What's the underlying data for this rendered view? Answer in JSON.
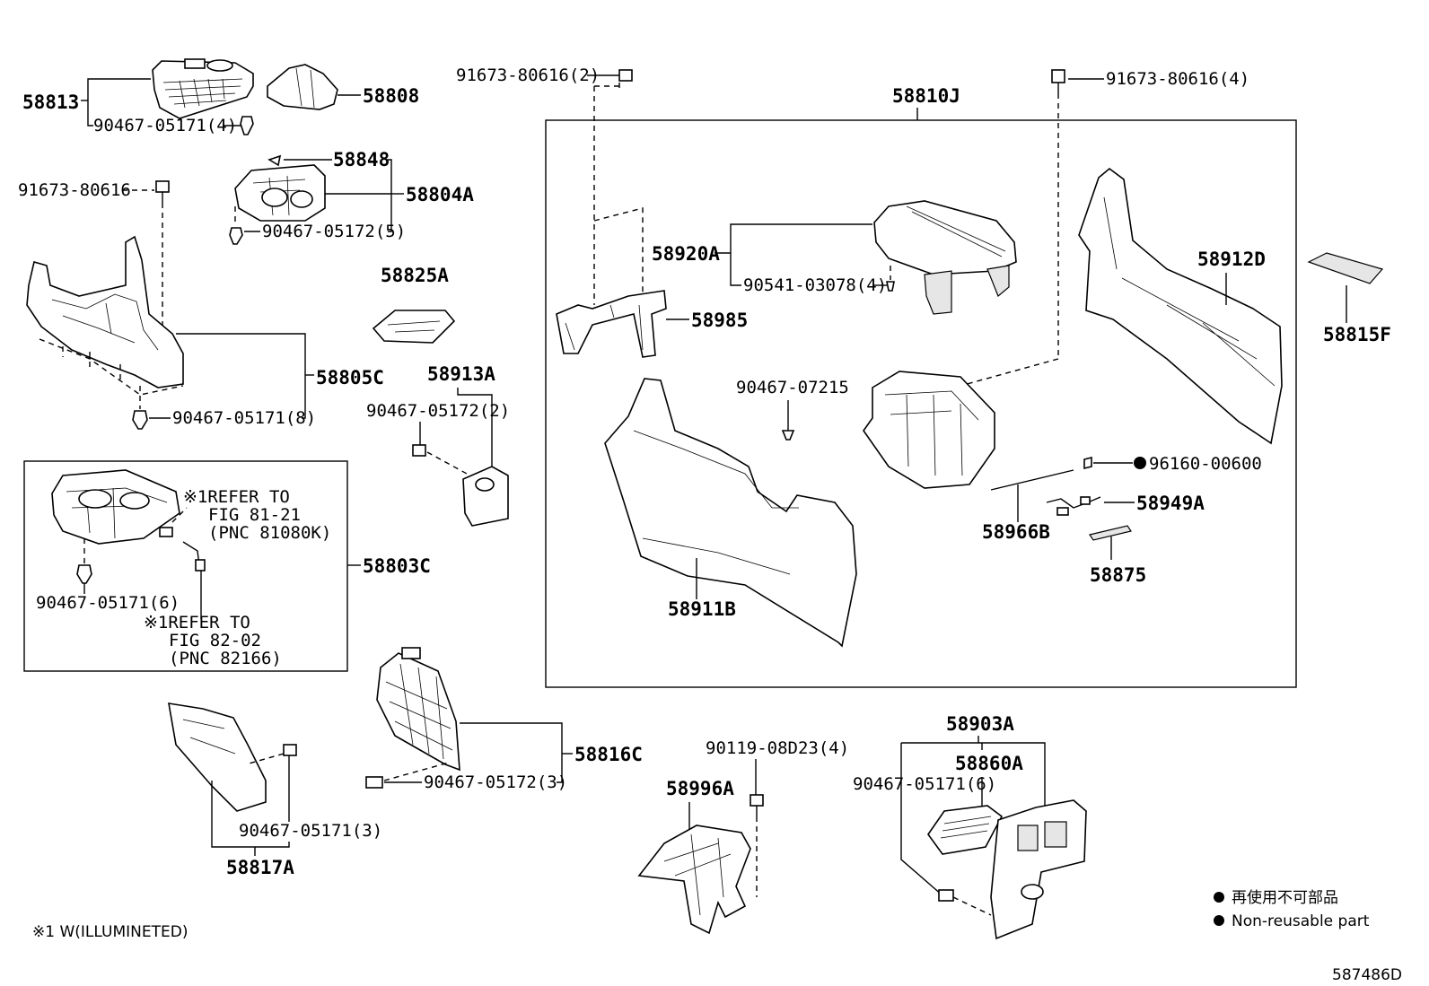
{
  "diagram_id": "587486D",
  "footnote": "※1 W(ILLUMINETED)",
  "legend": {
    "jp": "再使用不可部品",
    "en": "Non-reusable part"
  },
  "labels": {
    "p58813": "58813",
    "p58808": "58808",
    "p90467_05171_4": "90467-05171(4)",
    "p91673_80616_a": "91673-80616",
    "p58848": "58848",
    "p58804A": "58804A",
    "p90467_05172_5": "90467-05172(5)",
    "p58825A": "58825A",
    "p58805C": "58805C",
    "p90467_05171_8": "90467-05171(8)",
    "p58913A": "58913A",
    "p90467_05172_2": "90467-05172(2)",
    "p91673_80616_2": "91673-80616(2)",
    "p91673_80616_4": "91673-80616(4)",
    "p58810J": "58810J",
    "p58920A": "58920A",
    "p90541_03078_4": "90541-03078(4)",
    "p58985": "58985",
    "p58912D": "58912D",
    "p58815F": "58815F",
    "p90467_07215": "90467-07215",
    "p96160_00600": "96160-00600",
    "p58949A": "58949A",
    "p58966B": "58966B",
    "p58875": "58875",
    "p58911B": "58911B",
    "p58803C": "58803C",
    "ref1_a": "※1REFER TO",
    "ref1_b": "FIG 81-21",
    "ref1_c": "(PNC 81080K)",
    "p90467_05171_6a": "90467-05171(6)",
    "ref2_a": "※1REFER TO",
    "ref2_b": "FIG 82-02",
    "ref2_c": "(PNC 82166)",
    "p58816C": "58816C",
    "p90467_05172_3": "90467-05172(3)",
    "p90467_05171_3": "90467-05171(3)",
    "p58817A": "58817A",
    "p90119_08D23_4": "90119-08D23(4)",
    "p58996A": "58996A",
    "p58903A": "58903A",
    "p58860A": "58860A",
    "p90467_05171_6b": "90467-05171(6)"
  }
}
